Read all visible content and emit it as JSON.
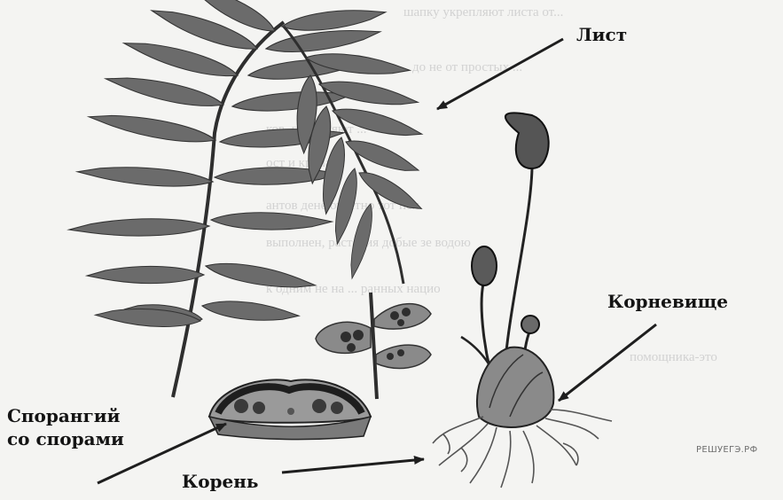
{
  "labels": {
    "leaf": "Лист",
    "rhizome": "Корневище",
    "sporangium_line1": "Спорангий",
    "sporangium_line2": "со спорами",
    "root": "Корень"
  },
  "watermark": "РЕШУЕГЭ.РФ",
  "colors": {
    "frond_fill": "#6b6b6b",
    "frond_dark": "#3e3e3e",
    "ink": "#1e1e1e",
    "rhizome_fill": "#8a8a8a",
    "root_line": "#555555",
    "background": "#f4f4f2"
  }
}
